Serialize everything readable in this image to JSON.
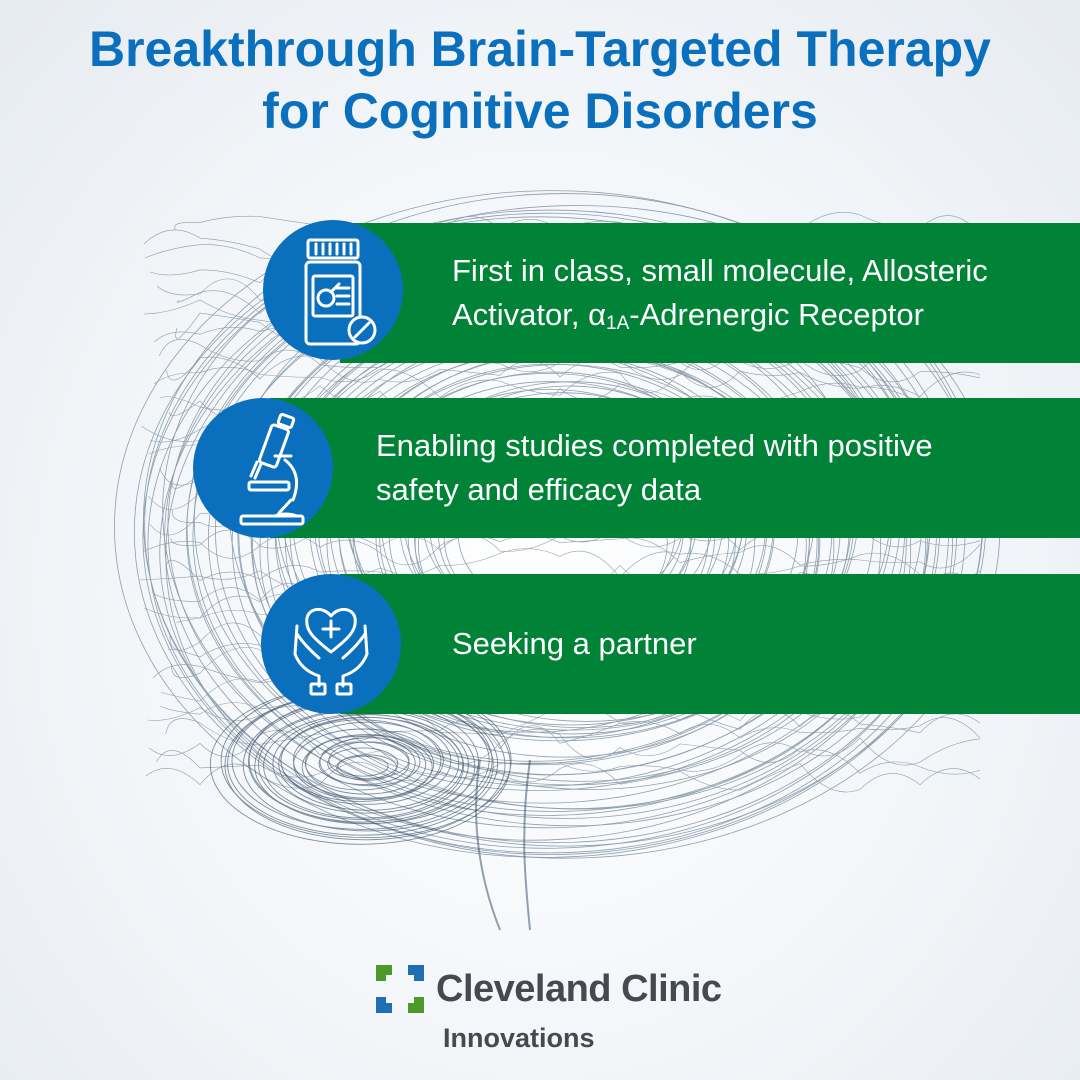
{
  "title": {
    "line1": "Breakthrough Brain-Targeted Therapy",
    "line2": "for Cognitive Disorders"
  },
  "features": [
    {
      "line1": "First in class, small molecule, Allosteric",
      "line2_pre": "Activator, α",
      "line2_sub": "1A",
      "line2_post": "-Adrenergic Receptor",
      "icon": "medicine-bottle-icon"
    },
    {
      "line1": "Enabling studies completed with positive",
      "line2": "safety and efficacy data",
      "icon": "microscope-icon"
    },
    {
      "line1": "Seeking a partner",
      "icon": "hands-heart-icon"
    }
  ],
  "brand": {
    "name": "Cleveland Clinic",
    "sub": "Innovations"
  },
  "colors": {
    "title_blue": "#0a6fbd",
    "band_green": "#008337",
    "icon_blue": "#0a6fbd",
    "logo_green": "#4c9a2a",
    "logo_blue": "#1f6fb2",
    "brand_gray": "#444a4f"
  }
}
